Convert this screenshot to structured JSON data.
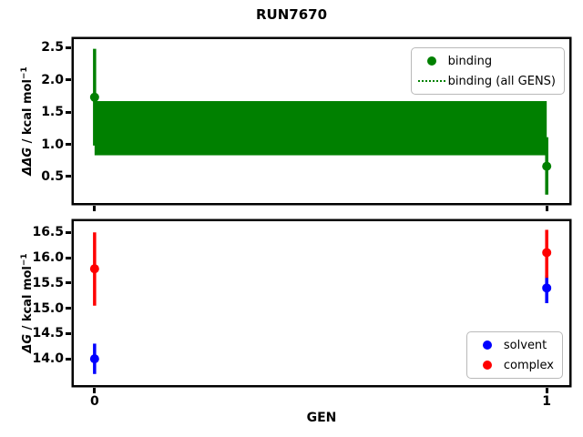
{
  "title": "RUN7670",
  "colors": {
    "binding": "#008000",
    "solvent": "#0000ff",
    "complex": "#ff0000",
    "axis": "#000000",
    "legend_border": "#b9b9b9",
    "background": "#ffffff"
  },
  "chart_data": [
    {
      "type": "scatter",
      "subplot": "top",
      "ylabel": "ΔΔG / kcal mol⁻¹",
      "ylabel_delta": "ΔΔG",
      "ylabel_rest": " / kcal mol",
      "ylabel_sup": "−1",
      "xlim": [
        -0.046,
        1.05
      ],
      "ylim": [
        0.09,
        2.63
      ],
      "grid": false,
      "yticks": [
        {
          "v": 0.5,
          "label": "0.5"
        },
        {
          "v": 1.0,
          "label": "1.0"
        },
        {
          "v": 1.5,
          "label": "1.5"
        },
        {
          "v": 2.0,
          "label": "2.0"
        },
        {
          "v": 2.5,
          "label": "2.5"
        }
      ],
      "xticks": [
        {
          "v": 0,
          "label": ""
        },
        {
          "v": 1,
          "label": ""
        }
      ],
      "legend": {
        "position": "upper right",
        "entries": [
          {
            "label": "binding",
            "marker": "dot",
            "color": "#008000"
          },
          {
            "label": "binding (all GENS)",
            "marker": "dotted-line",
            "color": "#008000"
          }
        ]
      },
      "series": [
        {
          "name": "binding",
          "color": "#008000",
          "marker": "circle",
          "x": [
            0,
            1
          ],
          "y": [
            1.73,
            0.66
          ],
          "err_lo": [
            0.98,
            0.22
          ],
          "err_hi": [
            2.48,
            1.11
          ]
        }
      ],
      "band": {
        "name": "binding (all GENS)",
        "color": "#008000",
        "x_range": [
          0,
          1
        ],
        "y_lo": 0.83,
        "y_hi": 1.67,
        "center_line_style": "dotted"
      }
    },
    {
      "type": "scatter",
      "subplot": "bottom",
      "xlabel": "GEN",
      "ylabel": "ΔG / kcal mol⁻¹",
      "ylabel_delta": "ΔG",
      "ylabel_rest": " / kcal mol",
      "ylabel_sup": "−1",
      "xlim": [
        -0.046,
        1.05
      ],
      "ylim": [
        13.48,
        16.72
      ],
      "grid": false,
      "yticks": [
        {
          "v": 14.0,
          "label": "14.0"
        },
        {
          "v": 14.5,
          "label": "14.5"
        },
        {
          "v": 15.0,
          "label": "15.0"
        },
        {
          "v": 15.5,
          "label": "15.5"
        },
        {
          "v": 16.0,
          "label": "16.0"
        },
        {
          "v": 16.5,
          "label": "16.5"
        }
      ],
      "xticks": [
        {
          "v": 0,
          "label": "0"
        },
        {
          "v": 1,
          "label": "1"
        }
      ],
      "legend": {
        "position": "lower right",
        "entries": [
          {
            "label": "solvent",
            "marker": "dot",
            "color": "#0000ff"
          },
          {
            "label": "complex",
            "marker": "dot",
            "color": "#ff0000"
          }
        ]
      },
      "series": [
        {
          "name": "solvent",
          "color": "#0000ff",
          "marker": "circle",
          "x": [
            0,
            1
          ],
          "y": [
            14.0,
            15.4
          ],
          "err_lo": [
            13.7,
            15.1
          ],
          "err_hi": [
            14.3,
            15.65
          ]
        },
        {
          "name": "complex",
          "color": "#ff0000",
          "marker": "circle",
          "x": [
            0,
            1
          ],
          "y": [
            15.78,
            16.1
          ],
          "err_lo": [
            15.05,
            15.6
          ],
          "err_hi": [
            16.5,
            16.55
          ]
        }
      ]
    }
  ]
}
